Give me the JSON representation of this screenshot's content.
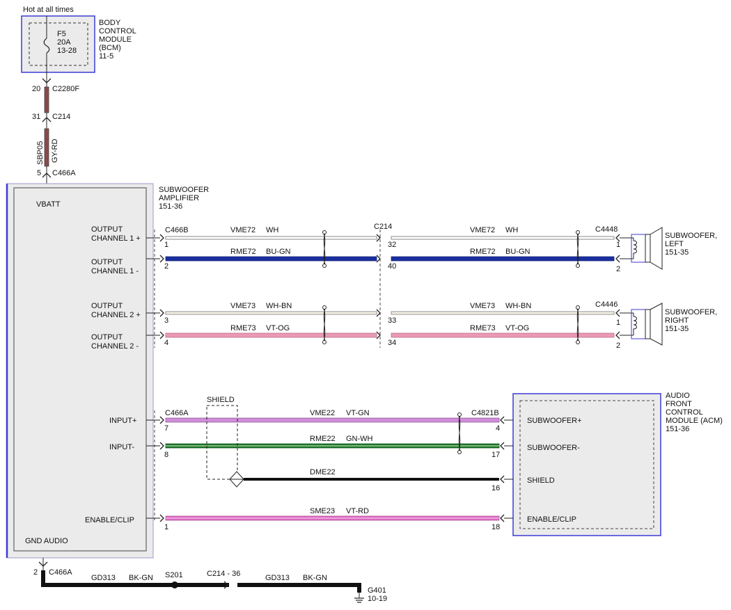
{
  "header": {
    "hot_label": "Hot at all times"
  },
  "bcm": {
    "name_lines": [
      "BODY",
      "CONTROL",
      "MODULE",
      "(BCM)",
      "11-5"
    ],
    "fuse_lines": [
      "F5",
      "20A",
      "13-28"
    ]
  },
  "feed": {
    "c2280f_pin": "20",
    "c2280f": "C2280F",
    "c214_pin": "31",
    "c214": "C214",
    "circuit": "SBP05",
    "color": "GY-RD",
    "c466a_pin": "5",
    "c466a": "C466A"
  },
  "amplifier": {
    "name_lines": [
      "SUBWOOFER",
      "AMPLIFIER",
      "151-36"
    ],
    "vbatt": "VBATT",
    "gnd_audio": "GND AUDIO",
    "out1p": [
      "OUTPUT",
      "CHANNEL 1 +"
    ],
    "out1m": [
      "OUTPUT",
      "CHANNEL 1 -"
    ],
    "out2p": [
      "OUTPUT",
      "CHANNEL 2 +"
    ],
    "out2m": [
      "OUTPUT",
      "CHANNEL 2 -"
    ],
    "input_p": "INPUT+",
    "input_m": "INPUT-",
    "enable": "ENABLE/CLIP"
  },
  "connectors": {
    "c466b": "C466B",
    "c214": "C214",
    "c4448": "C4448",
    "c4446": "C4446",
    "c466a_in": "C466A",
    "c4821b": "C4821B",
    "shield": "SHIELD"
  },
  "pins": {
    "a1": "1",
    "a2": "2",
    "a3": "3",
    "a4": "4",
    "b32": "32",
    "b40": "40",
    "b33": "33",
    "b34": "34",
    "l1": "1",
    "l2": "2",
    "r1": "1",
    "r2": "2",
    "i7": "7",
    "i8": "8",
    "i1": "1",
    "m4": "4",
    "m17": "17",
    "m16": "16",
    "m18": "18"
  },
  "wires": {
    "vme72": "VME72",
    "wh": "WH",
    "rme72": "RME72",
    "bu_gn": "BU-GN",
    "vme73": "VME73",
    "wh_bn": "WH-BN",
    "rme73": "RME73",
    "vt_og": "VT-OG",
    "vme22": "VME22",
    "vt_gn": "VT-GN",
    "rme22": "RME22",
    "gn_wh": "GN-WH",
    "dme22": "DME22",
    "sme23": "SME23",
    "vt_rd": "VT-RD"
  },
  "speakers": {
    "left": [
      "SUBWOOFER,",
      "LEFT",
      "151-35"
    ],
    "right": [
      "SUBWOOFER,",
      "RIGHT",
      "151-35"
    ]
  },
  "acm": {
    "name_lines": [
      "AUDIO",
      "FRONT",
      "CONTROL",
      "MODULE (ACM)",
      "151-36"
    ],
    "sub_p": "SUBWOOFER+",
    "sub_m": "SUBWOOFER-",
    "shield": "SHIELD",
    "enable": "ENABLE/CLIP"
  },
  "ground": {
    "pin": "2",
    "c466a": "C466A",
    "gd313_a": "GD313",
    "bk_gn_a": "BK-GN",
    "s201": "S201",
    "c214_36": "C214 - 36",
    "gd313_b": "GD313",
    "bk_gn_b": "BK-GN",
    "g401": "G401",
    "g401_page": "10-19"
  },
  "colors": {
    "module_border": "#3b3bd6",
    "module_fill": "#ebebeb",
    "wire_blue": "#1a2fa0",
    "wire_pink": "#ea9ab4",
    "wire_green": "#1f7a2a",
    "wire_violet": "#cf8fd8",
    "wire_magenta": "#e070c8",
    "wire_feed": "#8a4a4a"
  }
}
